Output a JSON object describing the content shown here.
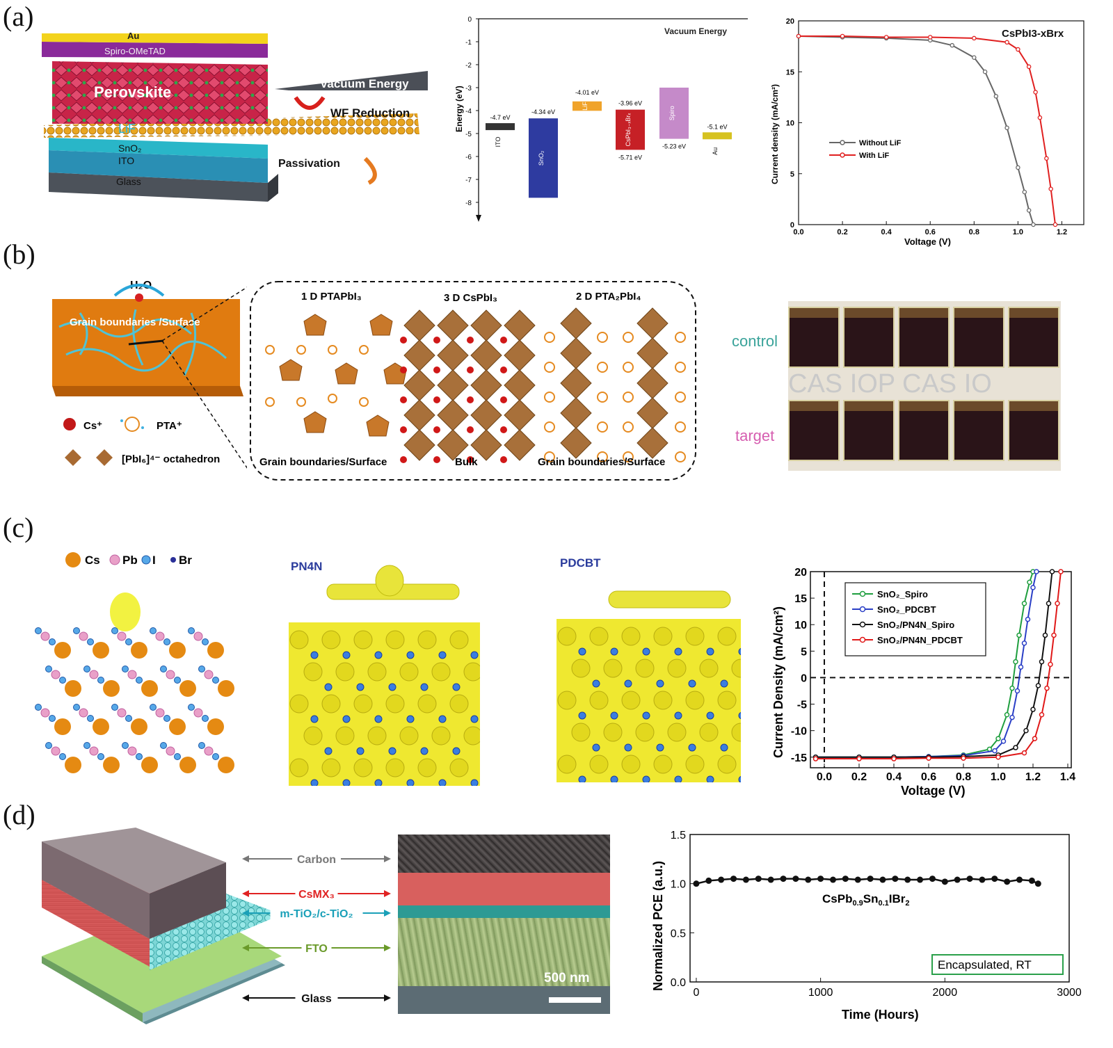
{
  "panels": {
    "a": {
      "label": "(a)",
      "schematic": {
        "layers": [
          "Au",
          "Spiro-OMeTAD",
          "Perovskite",
          "LiF",
          "SnO₂",
          "ITO",
          "Glass"
        ],
        "vacuum": "Vacuum Energy",
        "wf": "WF Reduction",
        "passivation": "Passivation",
        "colors": {
          "au": "#f5d21a",
          "spiro": "#8e2a9c",
          "perovskite": "#d0284c",
          "lif": "#e7a21c",
          "sno2": "#24b7c9",
          "ito": "#1f8fb5",
          "glass": "#4a5058"
        }
      },
      "energy": {
        "ylabel": "Energy (eV)",
        "yticks": [
          "0",
          "-1",
          "-2",
          "-3",
          "-4",
          "-5",
          "-6",
          "-7",
          "-8"
        ],
        "vacuum_label": "Vacuum Energy",
        "levels": [
          {
            "name": "ITO",
            "top": -4.7,
            "color": "#333333",
            "label": "-4.7 eV"
          },
          {
            "name": "SnO₂",
            "top": -4.34,
            "bottom": -7.8,
            "color": "#2e3ba0",
            "label_top": "-4.34 eV"
          },
          {
            "name": "LiF",
            "top": -3.6,
            "bottom": -4.01,
            "color": "#f0a32a",
            "label": "-4.01 eV"
          },
          {
            "name": "CsPbI₃₋ₓBrₓ",
            "top": -3.96,
            "bottom": -5.71,
            "color": "#c62026",
            "label_top": "-3.96 eV",
            "label_bottom": "-5.71 eV"
          },
          {
            "name": "Spiro",
            "top": -3.0,
            "bottom": -5.23,
            "color": "#c58ac9",
            "label_bottom": "-5.23 eV"
          },
          {
            "name": "Au",
            "top": -5.1,
            "color": "#d6c220",
            "label": "-5.1 eV"
          }
        ]
      },
      "jv": {
        "title": "CsPbI3-xBrx",
        "xlabel": "Voltage (V)",
        "ylabel": "Current density (mA/cm²)",
        "xticks": [
          "0.0",
          "0.2",
          "0.4",
          "0.6",
          "0.8",
          "1.0",
          "1.2"
        ],
        "yticks": [
          "0",
          "5",
          "10",
          "15",
          "20"
        ],
        "legend": [
          "Without LiF",
          "With LiF"
        ],
        "colors": [
          "#666666",
          "#e02020"
        ]
      }
    },
    "b": {
      "label": "(b)",
      "h2o": "H₂O",
      "gb_surface": "Grain boundaries /Surface",
      "legend_cs": "Cs⁺",
      "legend_pta": "PTA⁺",
      "legend_oct": "[PbI₆]⁴⁻ octahedron",
      "col1_title": "1 D PTAPbI₃",
      "col2_title": "3 D CsPbI₃",
      "col3_title": "2 D PTA₂PbI₄",
      "col1_bottom": "Grain boundaries/Surface",
      "col2_bottom": "Bulk",
      "col3_bottom": "Grain boundaries/Surface",
      "control": "control",
      "target": "target",
      "photo_text": "CAS   IOP CAS   IO"
    },
    "c": {
      "label": "(c)",
      "legend": [
        "Cs",
        "Pb",
        "I",
        "Br"
      ],
      "pn4n": "PN4N",
      "pdcbt": "PDCBT",
      "jv": {
        "xlabel": "Voltage (V)",
        "ylabel": "Current Density (mA/cm²)",
        "xticks": [
          "0.0",
          "0.2",
          "0.4",
          "0.6",
          "0.8",
          "1.0",
          "1.2",
          "1.4"
        ],
        "yticks": [
          "20",
          "15",
          "10",
          "5",
          "0",
          "-5",
          "-10",
          "-15"
        ],
        "legend": [
          "SnO₂_Spiro",
          "SnO₂_PDCBT",
          "SnO₂/PN4N_Spiro",
          "SnO₂/PN4N_PDCBT"
        ],
        "colors": [
          "#1e9e3e",
          "#2a3fc6",
          "#111111",
          "#e01818"
        ]
      }
    },
    "d": {
      "label": "(d)",
      "layers": [
        "Carbon",
        "CsMX₃",
        "m-TiO₂/c-TiO₂",
        "FTO",
        "Glass"
      ],
      "layer_colors": [
        "#777777",
        "#e02222",
        "#1aa0b8",
        "#6a9a2a",
        "#111111"
      ],
      "scale": "500 nm",
      "pce": {
        "xlabel": "Time (Hours)",
        "ylabel": "Normalized PCE (a.u.)",
        "xticks": [
          "0",
          "1000",
          "2000",
          "3000"
        ],
        "yticks": [
          "0.0",
          "0.5",
          "1.0",
          "1.5"
        ],
        "compound": "CsPb0.9Sn0.1IBr2",
        "note": "Encapsulated, RT"
      }
    }
  },
  "chart_data": [
    {
      "type": "line",
      "title": "CsPbI3-xBrx",
      "xlabel": "Voltage (V)",
      "ylabel": "Current density (mA/cm²)",
      "xlim": [
        0,
        1.3
      ],
      "ylim": [
        0,
        20
      ],
      "series": [
        {
          "name": "Without LiF",
          "x": [
            0,
            0.2,
            0.4,
            0.6,
            0.7,
            0.8,
            0.85,
            0.9,
            0.95,
            1.0,
            1.03,
            1.05,
            1.07
          ],
          "y": [
            18.5,
            18.4,
            18.3,
            18.1,
            17.6,
            16.4,
            15.0,
            12.6,
            9.5,
            5.6,
            3.2,
            1.4,
            0
          ]
        },
        {
          "name": "With LiF",
          "x": [
            0,
            0.2,
            0.4,
            0.6,
            0.8,
            0.95,
            1.0,
            1.05,
            1.08,
            1.1,
            1.13,
            1.15,
            1.17
          ],
          "y": [
            18.5,
            18.5,
            18.4,
            18.4,
            18.3,
            17.9,
            17.2,
            15.5,
            13.0,
            10.5,
            6.5,
            3.5,
            0
          ]
        }
      ]
    },
    {
      "type": "line",
      "xlabel": "Voltage (V)",
      "ylabel": "Current Density (mA/cm²)",
      "xlim": [
        -0.08,
        1.42
      ],
      "ylim": [
        -17,
        20
      ],
      "series": [
        {
          "name": "SnO₂_Spiro",
          "x": [
            -0.05,
            0.2,
            0.4,
            0.6,
            0.8,
            0.95,
            1.0,
            1.05,
            1.08,
            1.1,
            1.12,
            1.15,
            1.18,
            1.2
          ],
          "y": [
            -15,
            -15,
            -15,
            -14.9,
            -14.6,
            -13.5,
            -11.5,
            -7,
            -2,
            3,
            8,
            14,
            18,
            20
          ]
        },
        {
          "name": "SnO₂_PDCBT",
          "x": [
            -0.05,
            0.2,
            0.4,
            0.6,
            0.8,
            0.98,
            1.03,
            1.08,
            1.11,
            1.13,
            1.15,
            1.17,
            1.2,
            1.22
          ],
          "y": [
            -15,
            -15,
            -15,
            -14.9,
            -14.7,
            -13.8,
            -12,
            -7.5,
            -2.5,
            2,
            6.5,
            11,
            17,
            20
          ]
        },
        {
          "name": "SnO₂/PN4N_Spiro",
          "x": [
            -0.05,
            0.2,
            0.4,
            0.6,
            0.8,
            1.0,
            1.1,
            1.16,
            1.2,
            1.23,
            1.25,
            1.27,
            1.29,
            1.31
          ],
          "y": [
            -15,
            -15,
            -15,
            -15,
            -14.9,
            -14.6,
            -13.2,
            -10,
            -6,
            -1.5,
            3,
            8,
            14,
            20
          ]
        },
        {
          "name": "SnO₂/PN4N_PDCBT",
          "x": [
            -0.05,
            0.2,
            0.4,
            0.6,
            0.8,
            1.0,
            1.15,
            1.21,
            1.25,
            1.28,
            1.3,
            1.32,
            1.34,
            1.36
          ],
          "y": [
            -15.3,
            -15.3,
            -15.3,
            -15.2,
            -15.2,
            -15.0,
            -14.2,
            -11.5,
            -7,
            -2,
            2.5,
            8,
            14,
            20
          ]
        }
      ]
    },
    {
      "type": "scatter",
      "xlabel": "Time (Hours)",
      "ylabel": "Normalized PCE (a.u.)",
      "xlim": [
        -50,
        3000
      ],
      "ylim": [
        0,
        1.5
      ],
      "series": [
        {
          "name": "CsPb0.9Sn0.1IBr2",
          "x": [
            0,
            100,
            200,
            300,
            400,
            500,
            600,
            700,
            800,
            900,
            1000,
            1100,
            1200,
            1300,
            1400,
            1500,
            1600,
            1700,
            1800,
            1900,
            2000,
            2100,
            2200,
            2300,
            2400,
            2500,
            2600,
            2700,
            2750
          ],
          "y": [
            1.0,
            1.03,
            1.04,
            1.05,
            1.04,
            1.05,
            1.04,
            1.05,
            1.05,
            1.04,
            1.05,
            1.04,
            1.05,
            1.04,
            1.05,
            1.04,
            1.05,
            1.04,
            1.04,
            1.05,
            1.02,
            1.04,
            1.05,
            1.04,
            1.05,
            1.02,
            1.04,
            1.03,
            1.0
          ]
        }
      ]
    }
  ]
}
